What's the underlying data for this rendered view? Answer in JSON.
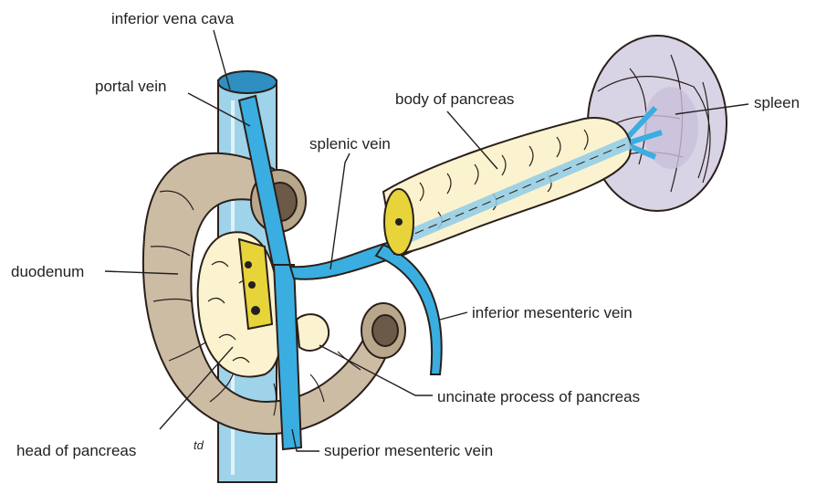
{
  "labels": {
    "inferior_vena_cava": "inferior vena cava",
    "portal_vein": "portal vein",
    "body_of_pancreas": "body of pancreas",
    "spleen": "spleen",
    "splenic_vein": "splenic vein",
    "duodenum": "duodenum",
    "inferior_mesenteric_vein": "inferior mesenteric vein",
    "uncinate_process": "uncinate process of pancreas",
    "head_of_pancreas": "head of pancreas",
    "superior_mesenteric_vein": "superior mesenteric vein",
    "signature": "td"
  },
  "colors": {
    "vein_blue": "#3aaee0",
    "pancreas_cream": "#fbf3cf",
    "duodenum_tan": "#cdbca4",
    "spleen_lilac": "#d9d3e6",
    "cut_yellow": "#e6d43a"
  }
}
